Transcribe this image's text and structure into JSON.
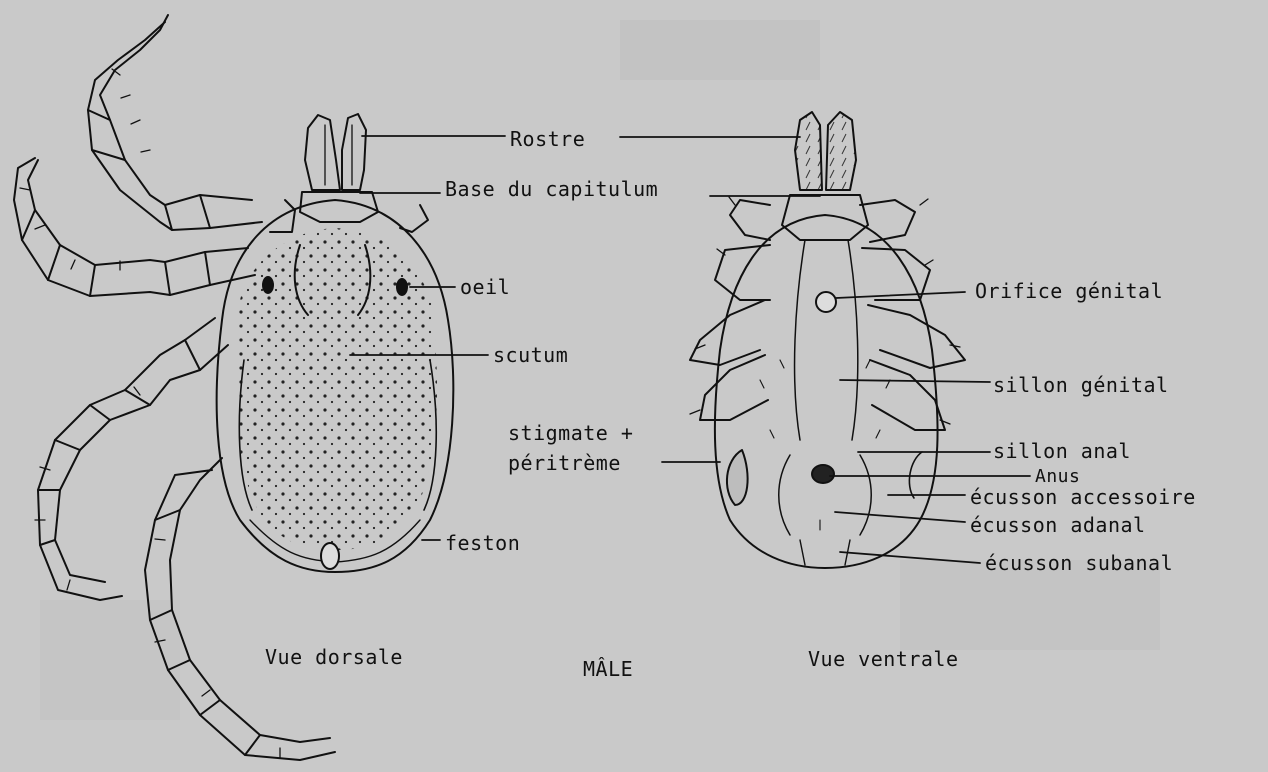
{
  "labels": {
    "rostre": "Rostre",
    "base_capitulum": "Base du capitulum",
    "oeil": "oeil",
    "scutum": "scutum",
    "feston": "feston",
    "orifice_genital": "Orifice génital",
    "sillon_genital": "sillon génital",
    "stigmate": "stigmate +",
    "peritreme": "péritrème",
    "sillon_anal": "sillon anal",
    "anus": "Anus",
    "ecusson_accessoire": "écusson accessoire",
    "ecusson_adanal": "écusson adanal",
    "ecusson_subanal": "écusson subanal",
    "vue_dorsale": "Vue dorsale",
    "vue_ventrale": "Vue ventrale",
    "sex": "MÂLE"
  },
  "colors": {
    "background": "#c9c9c9",
    "ink": "#111111"
  }
}
